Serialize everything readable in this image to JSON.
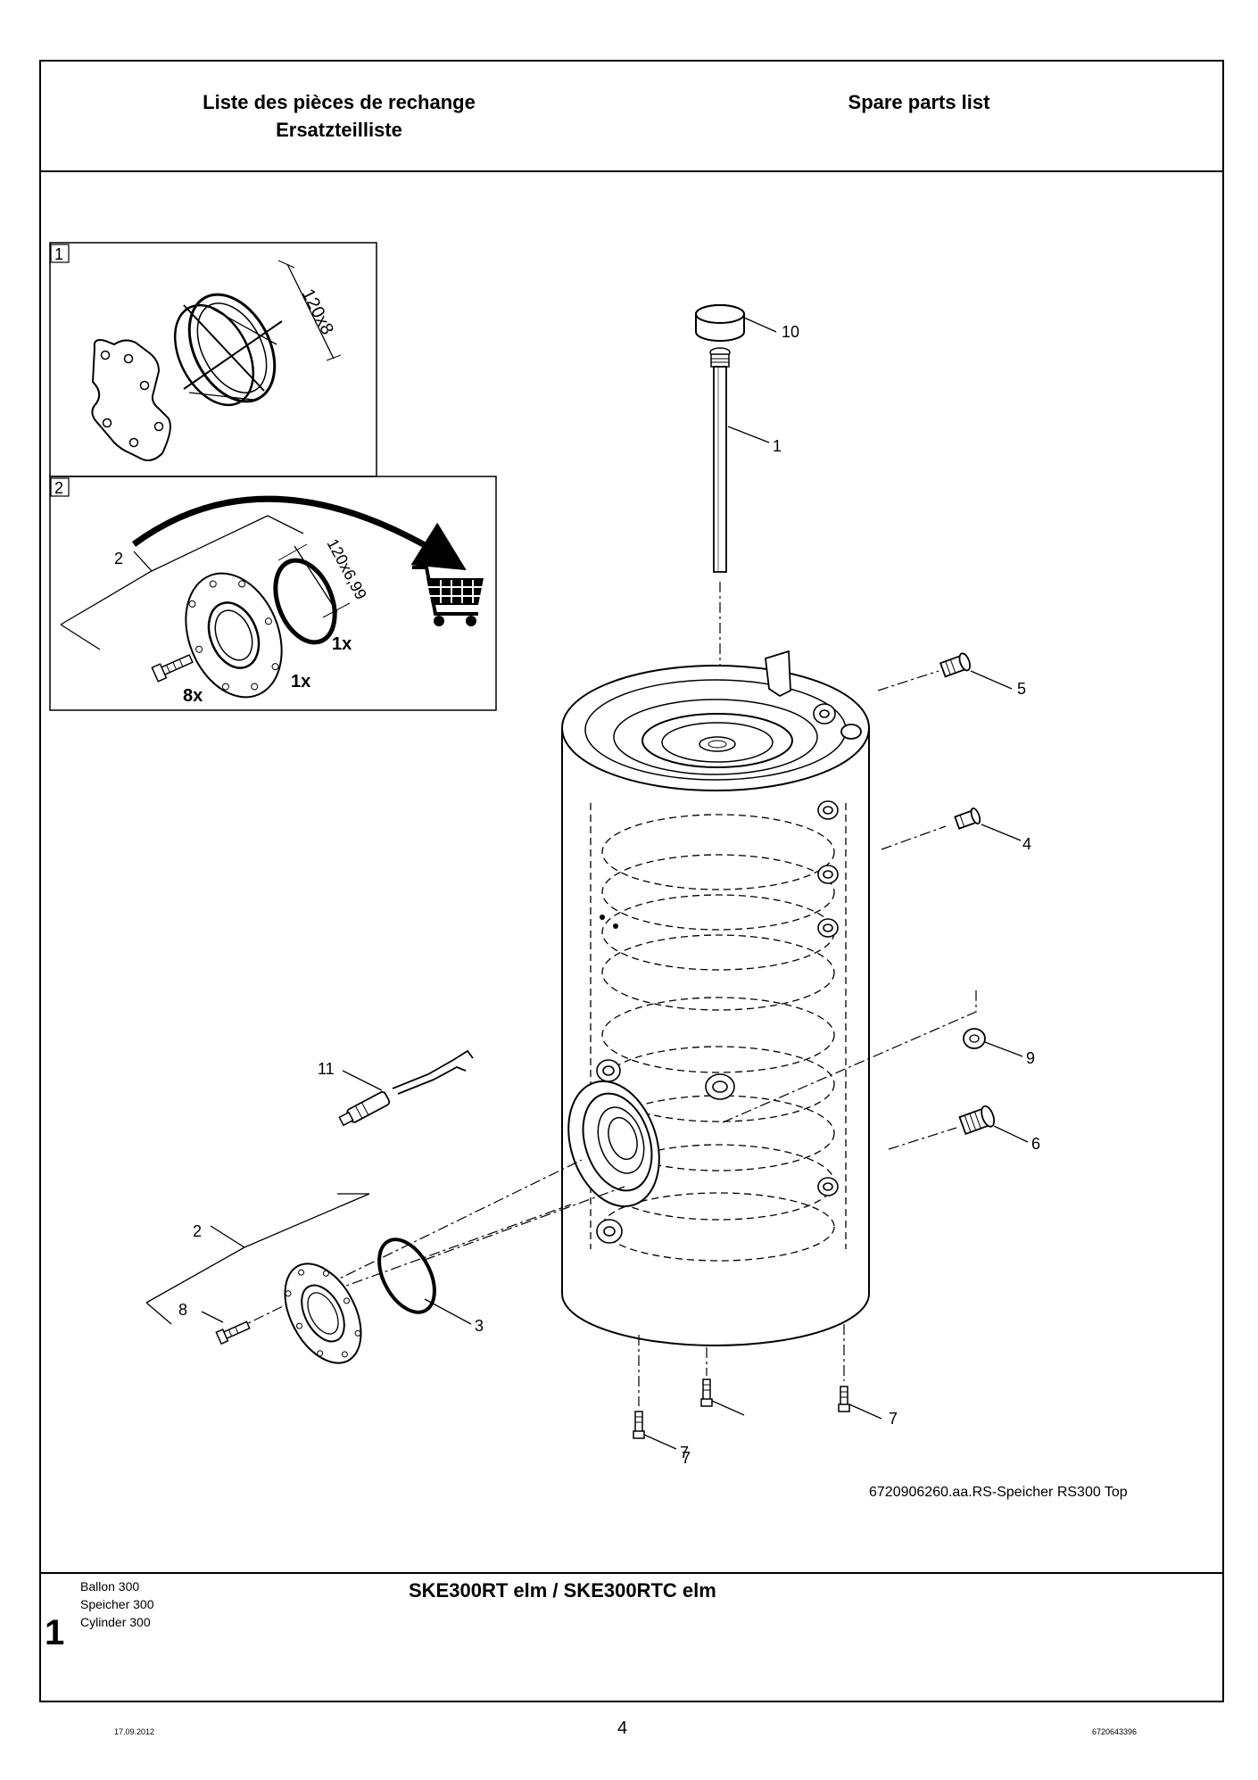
{
  "header": {
    "title_fr": "Liste des pièces de rechange",
    "title_de": "Ersatzteilliste",
    "title_en": "Spare parts list"
  },
  "insets": [
    {
      "number": "1",
      "dimension": "120x8"
    },
    {
      "number": "2",
      "dimension": "120x6,99",
      "callout": "2",
      "qty_ring": "1x",
      "qty_flange": "1x",
      "qty_screw": "8x",
      "icon": "shopping-cart-icon"
    }
  ],
  "callouts": [
    "10",
    "1",
    "5",
    "4",
    "9",
    "6",
    "11",
    "2",
    "8",
    "3",
    "7",
    "7",
    "7"
  ],
  "drawing_ref": "6720906260.aa.RS-Speicher RS300 Top",
  "footer": {
    "section_number": "1",
    "names": [
      "Ballon 300",
      "Speicher 300",
      "Cylinder 300"
    ],
    "model": "SKE300RT elm / SKE300RTC elm"
  },
  "page": {
    "date": "17.09.2012",
    "number": "4",
    "doc_number": "6720643396"
  }
}
